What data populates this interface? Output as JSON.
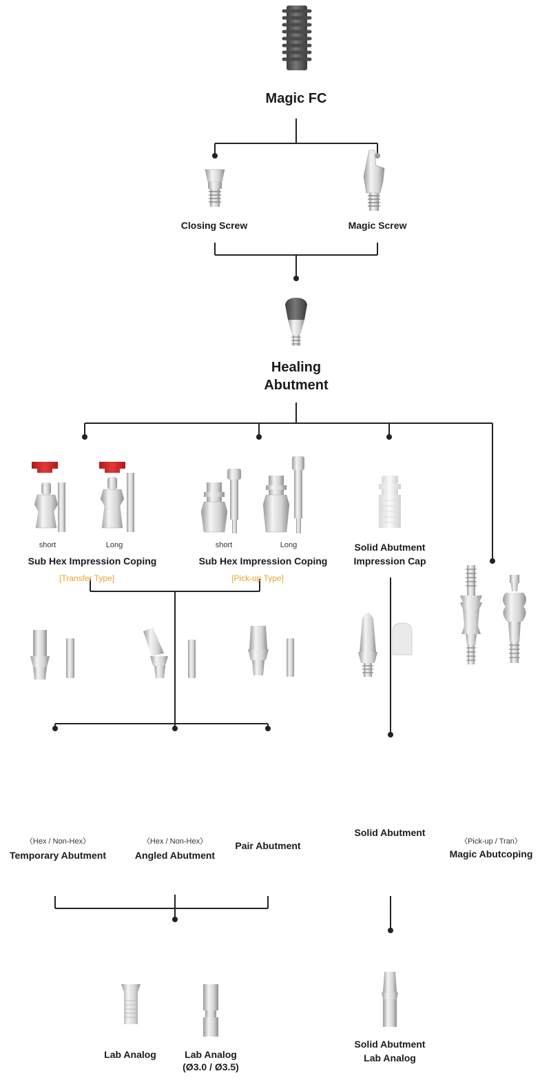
{
  "colors": {
    "line": "#222222",
    "accent_text": "#f0a028",
    "metal_light": "#e6e6e6",
    "metal_dark": "#8c8c8c",
    "implant_dark": "#555555",
    "red_part": "#d62828",
    "cap_white": "#f1f1f1"
  },
  "nodes": {
    "implant": {
      "title": "Magic FC",
      "icon": "implant-fixture-icon"
    },
    "closing_screw": {
      "title": "Closing Screw",
      "icon": "closing-screw-icon"
    },
    "magic_screw": {
      "title": "Magic Screw",
      "icon": "magic-screw-icon"
    },
    "healing_abutment": {
      "title_line1": "Healing",
      "title_line2": "Abutment",
      "icon": "healing-abutment-icon"
    },
    "transfer_coping": {
      "short_label": "short",
      "long_label": "Long",
      "title": "Sub Hex Impression Coping",
      "type_label": "[Transfer Type]",
      "icon": "transfer-coping-icon"
    },
    "pickup_coping": {
      "short_label": "short",
      "long_label": "Long",
      "title": "Sub Hex Impression Coping",
      "type_label": "[Pick-up Type]",
      "icon": "pickup-coping-icon"
    },
    "solid_cap": {
      "title_line1": "Solid Abutment",
      "title_line2": "Impression Cap",
      "icon": "impression-cap-icon"
    },
    "temporary_abutment": {
      "variant": "〈Hex / Non-Hex〉",
      "title": "Temporary Abutment",
      "icon": "temporary-abutment-icon"
    },
    "angled_abutment": {
      "variant": "〈Hex / Non-Hex〉",
      "title": "Angled Abutment",
      "icon": "angled-abutment-icon"
    },
    "pair_abutment": {
      "title": "Pair Abutment",
      "icon": "pair-abutment-icon"
    },
    "solid_abutment": {
      "title": "Solid Abutment",
      "icon": "solid-abutment-icon"
    },
    "magic_abutcoping": {
      "variant": "〈Pick-up / Tran〉",
      "title": "Magic Abutcoping",
      "icon": "magic-abutcoping-icon"
    },
    "lab_analog": {
      "title": "Lab Analog",
      "icon": "lab-analog-icon"
    },
    "lab_analog_small": {
      "title_line1": "Lab Analog",
      "title_line2": "(Ø3.0 / Ø3.5)",
      "icon": "lab-analog-small-icon"
    },
    "solid_lab_analog": {
      "title_line1": "Solid Abutment",
      "title_line2": "Lab Analog",
      "icon": "solid-lab-analog-icon"
    }
  }
}
